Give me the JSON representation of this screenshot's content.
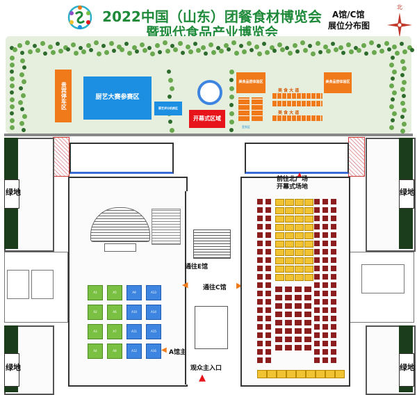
{
  "header": {
    "title_line1": "2022中国（山东）团餐食材博览会",
    "title_line2": "暨现代食品产业博览会",
    "hall_label": "A馆/C馆",
    "map_label": "展位分布图",
    "compass_n": "北"
  },
  "zones": {
    "vip_parking": "贵宾停车区",
    "cooking": "厨艺大赛参赛区",
    "cooking_judge": "厨艺评分机房区",
    "opening": "开幕式区域",
    "food_exp_left": "美食品尝体验区",
    "food_exp_right": "美食品尝体验区",
    "food_street1": "美 食 大 道",
    "food_street2": "美 食 大 道",
    "registration": "签到区",
    "green_left1": "绿地",
    "green_left2": "绿地",
    "green_right1": "绿地",
    "green_right2": "绿地",
    "north_plaza": "前往北广场\n开幕式场地",
    "to_e": "通往E馆",
    "to_c": "通往C馆",
    "a_entrance": "A馆主入口",
    "visitor_entrance": "观众主入口"
  },
  "colors": {
    "orange": "#f07a1a",
    "blue": "#1c8fe3",
    "red": "#e8141c",
    "title_green": "#1f8a3a",
    "yellow": "#f1c232",
    "maroon": "#8b1d1d",
    "booth_green": "#7ac143",
    "booth_blue": "#3d85e0"
  },
  "booths_a": {
    "col1": [
      "A1",
      "A2",
      "A3",
      "A4"
    ],
    "col2": [
      "A5",
      "A6",
      "A7",
      "A8"
    ],
    "col3": [
      "A9",
      "A10",
      "A11",
      "A12"
    ],
    "col4": [
      "A13",
      "A14",
      "A15",
      "A16"
    ]
  }
}
